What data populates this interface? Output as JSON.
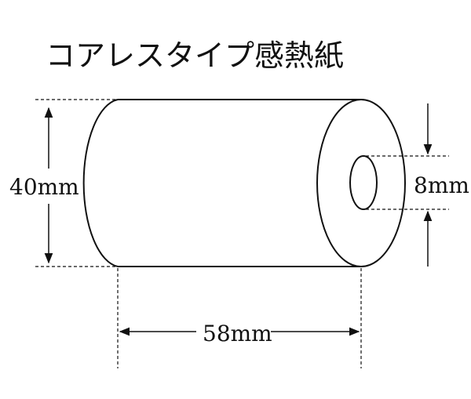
{
  "title": "コアレスタイプ感熱紙",
  "dimensions": {
    "diameter": "40mm",
    "width": "58mm",
    "core": "8mm"
  },
  "colors": {
    "line": "#111111",
    "background": "#ffffff"
  }
}
